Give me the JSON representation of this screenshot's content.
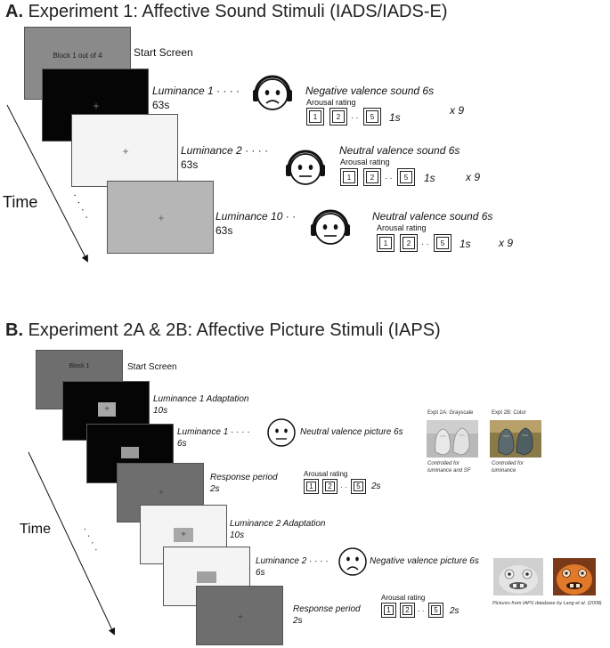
{
  "panel_a": {
    "letter": "A.",
    "title": "Experiment 1: Affective Sound Stimuli (IADS/IADS-E)",
    "start_screen_text": "Block 1 out of 4",
    "start_screen_label": "Start Screen",
    "time_label": "Time",
    "dots": "·  ·  ·  ·",
    "rows": [
      {
        "luminance": "Luminance 1",
        "leader": "· · · ·",
        "duration": "63s",
        "sound": "Negative valence sound 6s",
        "rating_label": "Arousal rating",
        "ratings": [
          "1",
          "2",
          "5"
        ],
        "rating_time": "1s",
        "repeat": "x 9",
        "expression": "negative",
        "screen_color": "#050505"
      },
      {
        "luminance": "Luminance 2",
        "leader": "· · · ·",
        "duration": "63s",
        "sound": "Neutral valence sound 6s",
        "rating_label": "Arousal rating",
        "ratings": [
          "1",
          "2",
          "5"
        ],
        "rating_time": "1s",
        "repeat": "x 9",
        "expression": "neutral",
        "screen_color": "#f4f4f4"
      },
      {
        "luminance": "Luminance 10",
        "leader": "· ·",
        "duration": "63s",
        "sound": "Neutral valence sound 6s",
        "rating_label": "Arousal rating",
        "ratings": [
          "1",
          "2",
          "5"
        ],
        "rating_time": "1s",
        "repeat": "x 9",
        "expression": "neutral",
        "screen_color": "#b6b6b6"
      }
    ]
  },
  "panel_b": {
    "letter": "B.",
    "title": "Experiment 2A & 2B: Affective Picture Stimuli (IAPS)",
    "start_screen_text": "Block 1",
    "start_screen_label": "Start Screen",
    "time_label": "Time",
    "dots": "·  ·  ·  ·",
    "steps": [
      {
        "label": "Luminance 1 Adaptation",
        "duration": "10s"
      },
      {
        "label": "Luminance 1",
        "duration": "6s",
        "leader": "· · · ·",
        "picture": "Neutral valence picture 6s",
        "expression": "neutral"
      },
      {
        "label": "Response period",
        "duration": "2s",
        "rating_label": "Arousal rating",
        "ratings": [
          "1",
          "2",
          "5"
        ],
        "rating_time": "2s"
      },
      {
        "label": "Luminance 2 Adaptation",
        "duration": "10s"
      },
      {
        "label": "Luminance 2",
        "duration": "6s",
        "leader": "· · · ·",
        "picture": "Negative valence picture 6s",
        "expression": "negative"
      },
      {
        "label": "Response period",
        "duration": "2s",
        "rating_label": "Arousal rating",
        "ratings": [
          "1",
          "2",
          "5"
        ],
        "rating_time": "2s"
      }
    ],
    "examples": {
      "grayscale_title": "Expt 2A: Grayscale",
      "color_title": "Expt 2B: Color",
      "grayscale_caption_1": "Controlled for",
      "grayscale_caption_2": "luminance and SF",
      "color_caption_1": "Controlled for",
      "color_caption_2": "luminance",
      "credit": "Pictures from IAPS database by Lang et al. (2008)"
    },
    "colors": {
      "black": "#050505",
      "dark_gray": "#6e6e6e",
      "light_gray": "#f4f4f4",
      "mid_gray": "#8a8a8a"
    }
  }
}
